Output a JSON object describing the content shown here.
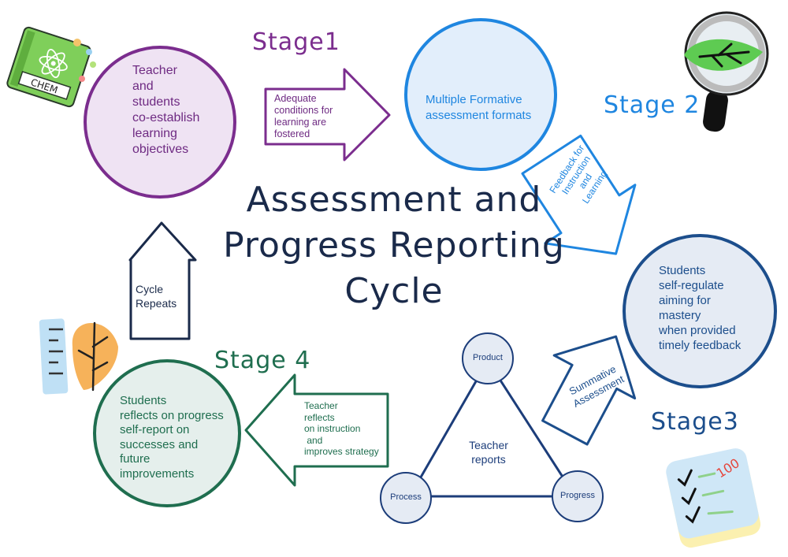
{
  "title": {
    "line1": "Assessment and",
    "line2": "Progress Reporting",
    "line3": "Cycle"
  },
  "stages": {
    "stage1": "Stage1",
    "stage2": "Stage 2",
    "stage3": "Stage3",
    "stage4": "Stage 4"
  },
  "nodes": {
    "teacher_students": [
      "Teacher",
      "and",
      "students",
      "co-establish",
      "learning",
      "objectives"
    ],
    "multiple_formative": [
      "Multiple Formative",
      "assessment formats"
    ],
    "self_regulate": [
      "Students",
      "self-regulate",
      "aiming for",
      "mastery",
      "when provided",
      "timely feedback"
    ],
    "reflects_progress": [
      "Students",
      "reflects on progress",
      "self-report on",
      "successes and",
      "future",
      "improvements"
    ]
  },
  "arrows": {
    "adequate": [
      "Adequate",
      "conditions for",
      "learning are",
      "fostered"
    ],
    "feedback": [
      "Feedback for",
      "Instruction",
      "and",
      "Learning"
    ],
    "summative": [
      "Summative",
      "Assessment"
    ],
    "teacher_reflects": [
      "Teacher",
      "reflects",
      "on instruction",
      " and",
      "improves strategy"
    ],
    "cycle_repeats": [
      "Cycle",
      "Repeats"
    ]
  },
  "triangle": {
    "center": [
      "Teacher",
      "reports"
    ],
    "product": "Product",
    "process": "Process",
    "progress": "Progress"
  },
  "icons": {
    "chem_book": "CHEM",
    "score": "100",
    "names": [
      "chemistry-book-icon",
      "magnifier-leaf-icon",
      "checklist-icon",
      "ruler-leaf-icon"
    ]
  },
  "colors": {
    "stage1": "#7b2d8e",
    "stage2": "#1f86e0",
    "stage3": "#1c4e8c",
    "stage4": "#1f6e4f",
    "triangle": "#1c3d7a"
  }
}
